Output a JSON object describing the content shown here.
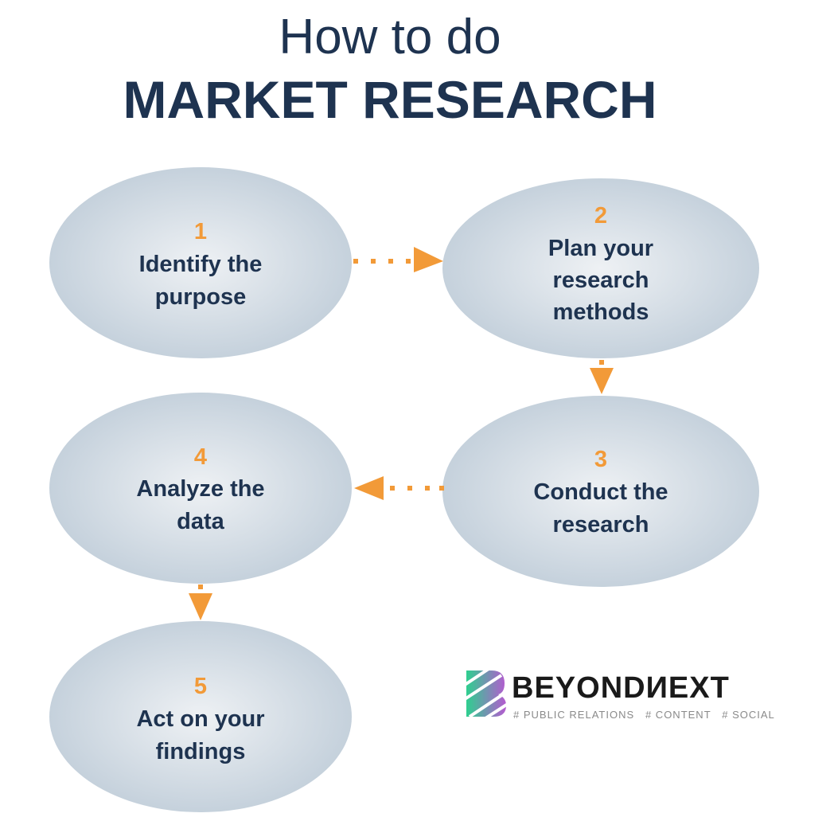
{
  "title": {
    "line1": "How to do",
    "line2": "MARKET RESEARCH"
  },
  "steps": [
    {
      "number": "1",
      "lines": [
        "Identify the",
        "purpose"
      ]
    },
    {
      "number": "2",
      "lines": [
        "Plan your",
        "research",
        "methods"
      ]
    },
    {
      "number": "3",
      "lines": [
        "Conduct the",
        "research"
      ]
    },
    {
      "number": "4",
      "lines": [
        "Analyze the",
        "data"
      ]
    },
    {
      "number": "5",
      "lines": [
        "Act on your",
        "findings"
      ]
    }
  ],
  "logo": {
    "name": "BEYONDNEXT",
    "display": "BEYONDИEXT",
    "tagline": "# PUBLIC RELATIONS   # CONTENT   # SOCIAL"
  },
  "colors": {
    "accent": "#f29a38",
    "text": "#1e3350",
    "ellipse_center": "#eef1f4",
    "ellipse_edge": "#c5d1dc"
  }
}
